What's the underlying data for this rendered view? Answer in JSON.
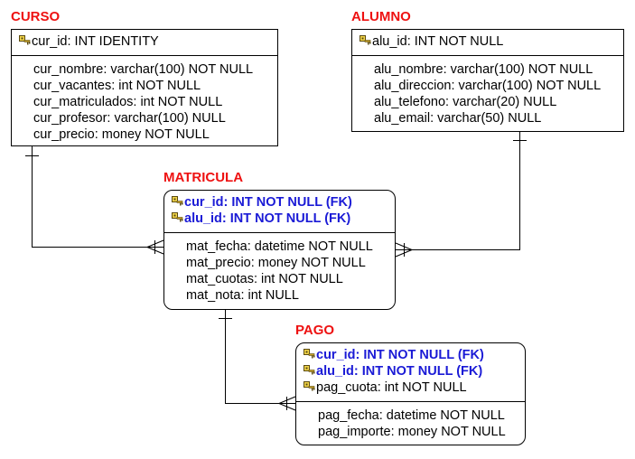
{
  "colors": {
    "title": "#ee1111",
    "fk_text": "#1a1ad6",
    "line": "#000000"
  },
  "entities": {
    "curso": {
      "name": "CURSO",
      "pk_rows": [
        {
          "icon": "key-icon",
          "text": "cur_id: INT IDENTITY",
          "fk": false
        }
      ],
      "attrs": [
        "cur_nombre: varchar(100) NOT NULL",
        "cur_vacantes: int NOT NULL",
        "cur_matriculados: int NOT NULL",
        "cur_profesor: varchar(100) NULL",
        "cur_precio: money NOT NULL"
      ]
    },
    "alumno": {
      "name": "ALUMNO",
      "pk_rows": [
        {
          "icon": "key-icon",
          "text": "alu_id: INT NOT NULL",
          "fk": false
        }
      ],
      "attrs": [
        "alu_nombre: varchar(100) NOT NULL",
        "alu_direccion: varchar(100) NOT NULL",
        "alu_telefono: varchar(20) NULL",
        "alu_email: varchar(50) NULL"
      ]
    },
    "matricula": {
      "name": "MATRICULA",
      "pk_rows": [
        {
          "icon": "key-icon",
          "text": "cur_id: INT NOT NULL (FK)",
          "fk": true
        },
        {
          "icon": "key-icon",
          "text": "alu_id: INT NOT NULL (FK)",
          "fk": true
        }
      ],
      "attrs": [
        "mat_fecha: datetime NOT NULL",
        "mat_precio: money NOT NULL",
        "mat_cuotas: int NOT NULL",
        "mat_nota: int NULL"
      ]
    },
    "pago": {
      "name": "PAGO",
      "pk_rows": [
        {
          "icon": "key-icon",
          "text": "cur_id: INT NOT NULL (FK)",
          "fk": true
        },
        {
          "icon": "key-icon",
          "text": "alu_id: INT NOT NULL (FK)",
          "fk": true
        },
        {
          "icon": "key-icon",
          "text": "pag_cuota: int NOT NULL",
          "fk": false
        }
      ],
      "attrs": [
        "pag_fecha: datetime NOT NULL",
        "pag_importe: money NOT NULL"
      ]
    }
  },
  "relationships": [
    {
      "from": "curso",
      "to": "matricula",
      "from_end": "one",
      "to_end": "many"
    },
    {
      "from": "alumno",
      "to": "matricula",
      "from_end": "one",
      "to_end": "many"
    },
    {
      "from": "matricula",
      "to": "pago",
      "from_end": "one",
      "to_end": "many"
    }
  ]
}
